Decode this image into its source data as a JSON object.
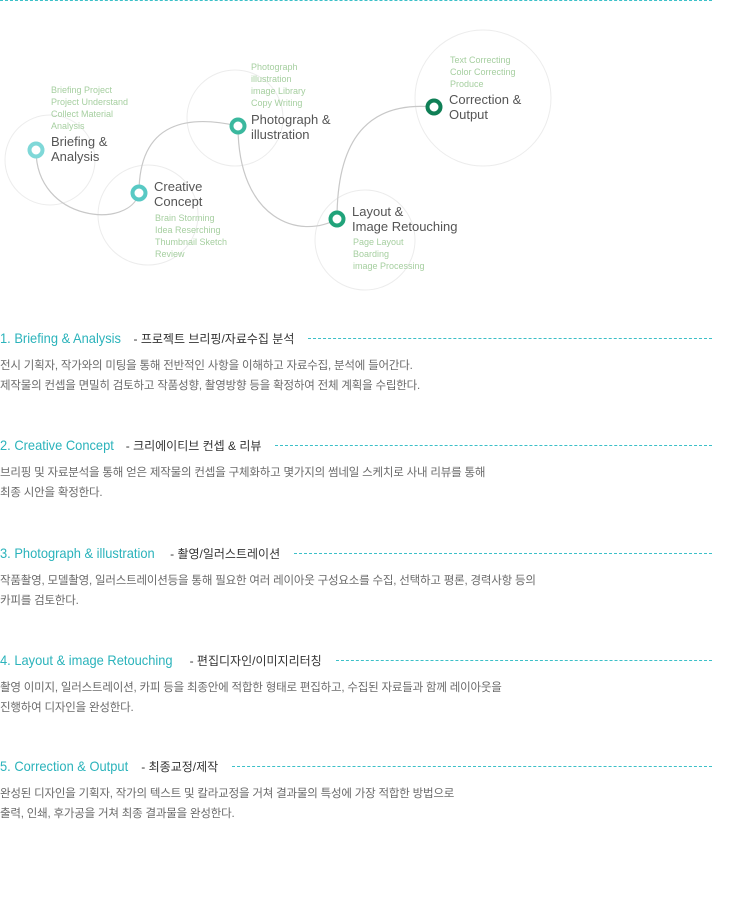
{
  "diagram": {
    "steps": [
      {
        "title_lines": [
          "Briefing &",
          "Analysis"
        ],
        "sub_lines": [
          "Briefing Project",
          "Project Understand",
          "Collect Material",
          "Analysis"
        ],
        "ring_color": "#7fd8d8"
      },
      {
        "title_lines": [
          "Creative",
          "Concept"
        ],
        "sub_lines": [
          "Brain Storming",
          "Idea Reserching",
          "Thumbnail Sketch",
          "Review"
        ],
        "ring_color": "#58c9c4"
      },
      {
        "title_lines": [
          "Photograph &",
          "illustration"
        ],
        "sub_lines": [
          "Photograph",
          "illustration",
          "image Library",
          "Copy Writing"
        ],
        "ring_color": "#3bb89e"
      },
      {
        "title_lines": [
          "Layout &",
          "Image Retouching"
        ],
        "sub_lines": [
          "Page Layout",
          "Boarding",
          "image Processing"
        ],
        "ring_color": "#21a37a"
      },
      {
        "title_lines": [
          "Correction &",
          "Output"
        ],
        "sub_lines": [
          "Text Correcting",
          "Color Correcting",
          "Produce"
        ],
        "ring_color": "#0f7f56"
      }
    ]
  },
  "sections": [
    {
      "title": "1. Briefing & Analysis",
      "subtitle": "- 프로젝트 브리핑/자료수집 분석",
      "body": [
        "전시 기획자, 작가와의 미팅을 통해 전반적인 사항을 이해하고 자료수집, 분석에 들어간다.",
        "제작물의 컨셉을 면밀히 검토하고 작품성향, 촬영방향 등을 확정하여 전체 계획을 수립한다."
      ]
    },
    {
      "title": "2. Creative Concept",
      "subtitle": "- 크리에이티브 컨셉 & 리뷰",
      "body": [
        "브리핑 및 자료분석을 통해 얻은 제작물의 컨셉을 구체화하고 몇가지의 썸네일 스케치로 사내 리뷰를 통해",
        "최종 시안을 확정한다."
      ]
    },
    {
      "title": "3. Photograph & illustration",
      "subtitle": "- 촬영/일러스트레이션",
      "body": [
        "작품촬영, 모델촬영, 일러스트레이션등을 통해 필요한 여러 레이아웃 구성요소를 수집, 선택하고 평론, 경력사항 등의",
        "카피를 검토한다."
      ]
    },
    {
      "title": "4. Layout & image Retouching",
      "subtitle": "- 편집디자인/이미지리터칭",
      "body": [
        "촬영 이미지, 일러스트레이션, 카피 등을 최종안에 적합한 형태로 편집하고, 수집된 자료들과 함께 레이아웃을",
        "진행하여 디자인을 완성한다."
      ]
    },
    {
      "title": "5. Correction & Output",
      "subtitle": "- 최종교정/제작",
      "body": [
        "완성된 디자인을 기획자, 작가의 텍스트 및 칼라교정을 거쳐 결과물의 특성에 가장 적합한 방법으로",
        "출력, 인쇄, 후가공을 거쳐 최종 결과물을 완성한다."
      ]
    }
  ],
  "colors": {
    "accent": "#2bb3bb",
    "rule": "#3cc0c8",
    "sub_label": "#a6cfa0",
    "body_text": "#6a6a6a"
  }
}
